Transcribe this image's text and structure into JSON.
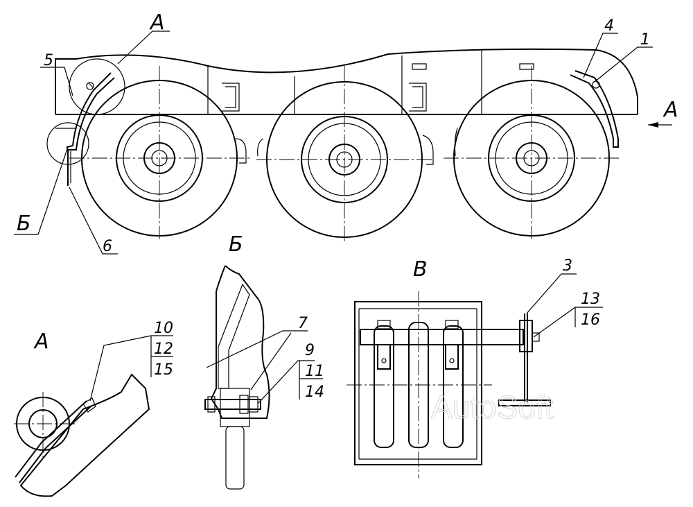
{
  "views": {
    "main": {
      "section_arrow_label": "А",
      "detail_a_label": "А",
      "detail_b_label": "Б"
    },
    "detail_a": {
      "title": "А"
    },
    "detail_b": {
      "title": "Б"
    },
    "view_v": {
      "title": "В"
    }
  },
  "callouts": {
    "c1": "1",
    "c3": "3",
    "c4": "4",
    "c5": "5",
    "c6": "6",
    "c7": "7",
    "c9": "9",
    "c10": "10",
    "c11": "11",
    "c12": "12",
    "c13": "13",
    "c14": "14",
    "c15": "15",
    "c16": "16"
  },
  "watermark": "AutoSoft",
  "colors": {
    "line": "#000000",
    "background": "#ffffff",
    "watermark": "#d6d6d6"
  }
}
